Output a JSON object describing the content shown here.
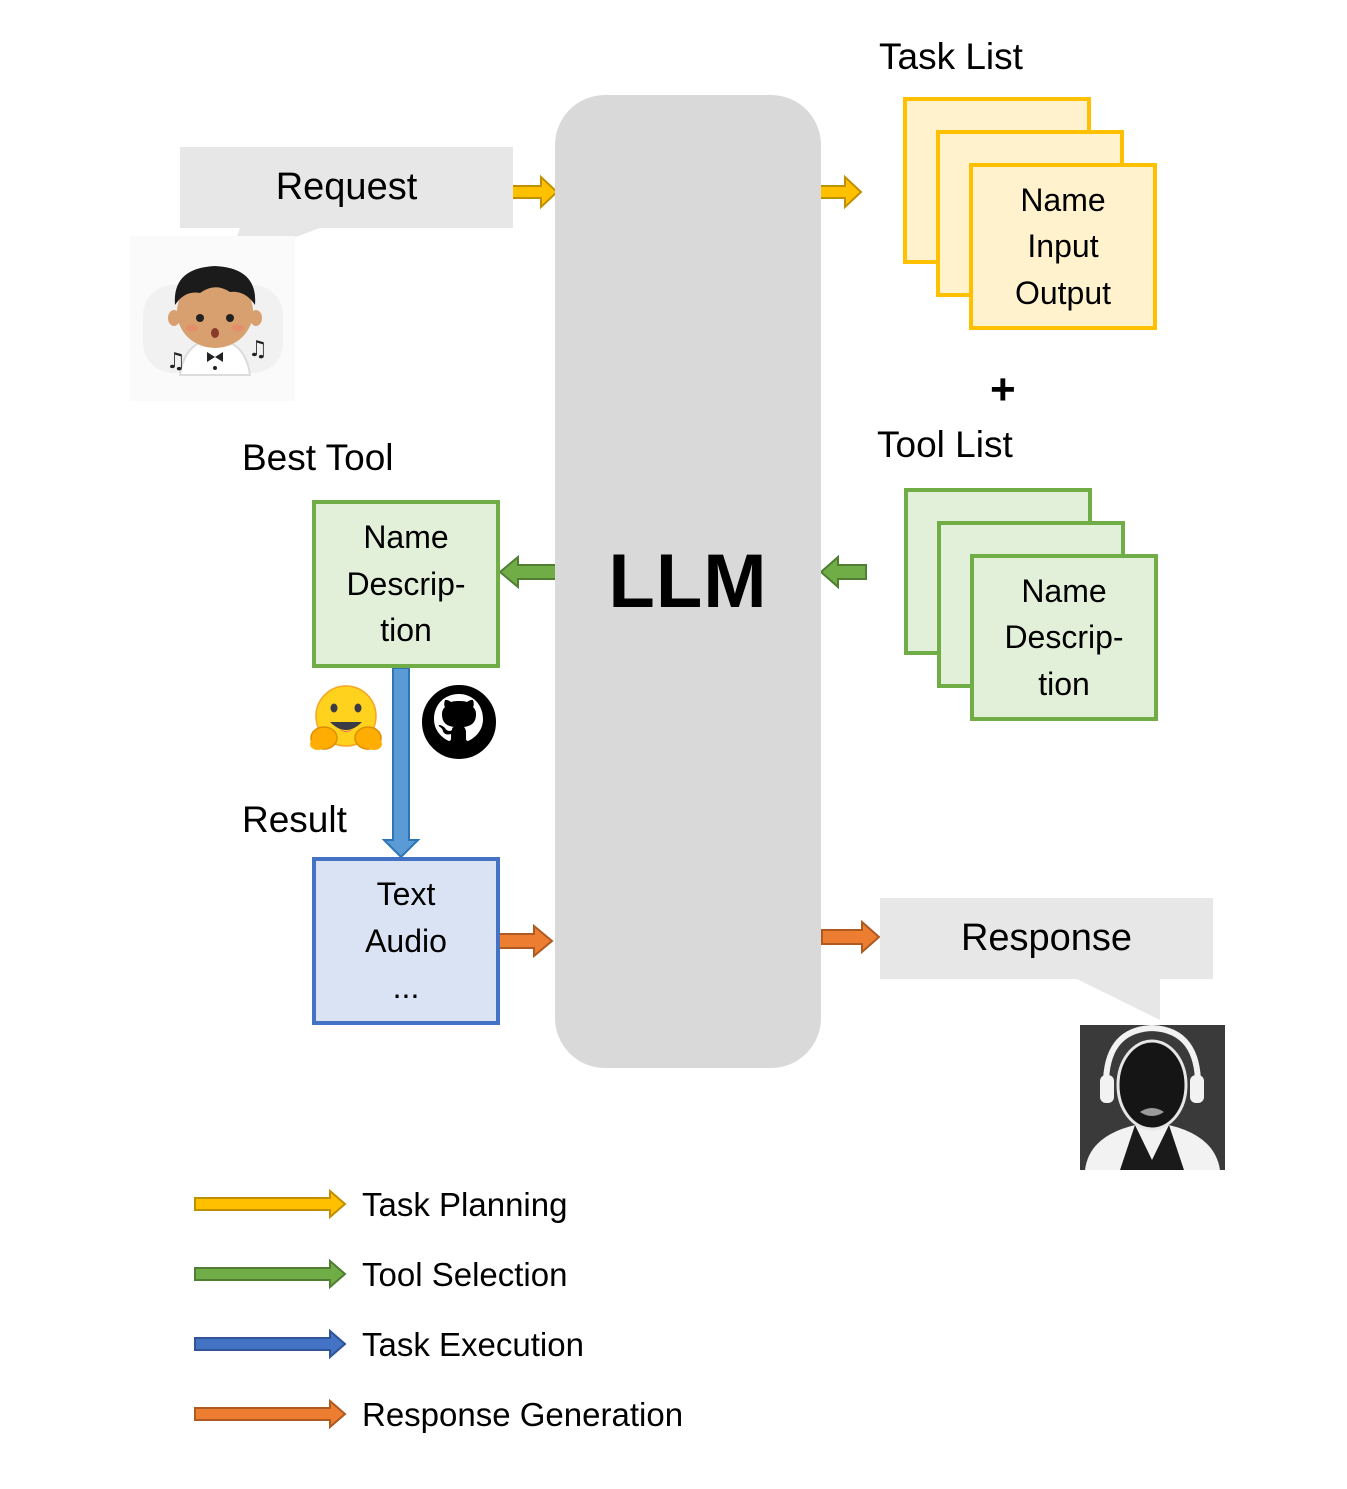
{
  "llm": {
    "label": "LLM"
  },
  "request": {
    "label": "Request"
  },
  "response": {
    "label": "Response"
  },
  "task_list": {
    "title": "Task List",
    "fields": [
      "Name",
      "Input",
      "Output"
    ]
  },
  "plus": "+",
  "tool_list": {
    "title": "Tool List",
    "fields": [
      "Name",
      "Descrip-",
      "tion"
    ]
  },
  "best_tool": {
    "title": "Best Tool",
    "fields": [
      "Name",
      "Descrip-",
      "tion"
    ]
  },
  "result": {
    "title": "Result",
    "fields": [
      "Text",
      "Audio",
      "..."
    ]
  },
  "legend": [
    {
      "label": "Task Planning",
      "color": "#ffc000"
    },
    {
      "label": "Tool Selection",
      "color": "#70ad47"
    },
    {
      "label": "Task Execution",
      "color": "#4472c4"
    },
    {
      "label": "Response Generation",
      "color": "#ed7d31"
    }
  ],
  "colors": {
    "planning": "#ffc000",
    "selection": "#70ad47",
    "execution": "#4472c4",
    "execution_fill": "#5b9bd5",
    "response": "#ed7d31"
  },
  "icons": [
    "child-avatar-icon",
    "hugging-face-icon",
    "github-icon",
    "headset-assistant-icon"
  ]
}
